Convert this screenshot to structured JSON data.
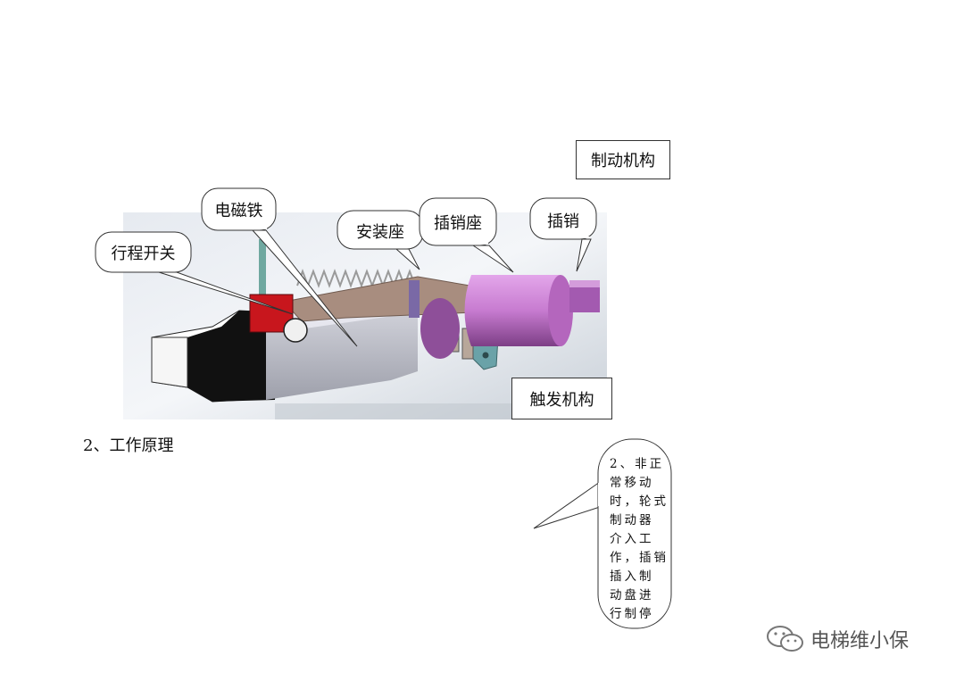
{
  "labels": {
    "brake_mechanism": "制动机构",
    "electromagnet": "电磁铁",
    "mount_seat": "安装座",
    "pin_seat": "插销座",
    "pin": "插销",
    "travel_switch": "行程开关",
    "trigger_mechanism": "触发机构"
  },
  "section_title": "2、工作原理",
  "note_lines": [
    "2、非正",
    "常移动",
    "时，轮式",
    "制动器",
    "介入工",
    "作，插销",
    "插入制",
    "动盘进",
    "行制停"
  ],
  "watermark": "电梯维小保",
  "colors": {
    "magnet_red": "#c8161d",
    "pin_purple": "#c77bd0",
    "bracket_brown": "#9c8578",
    "plate_teal": "#6aa2a8"
  },
  "icons": {
    "watermark_icon": "wechat-icon"
  }
}
